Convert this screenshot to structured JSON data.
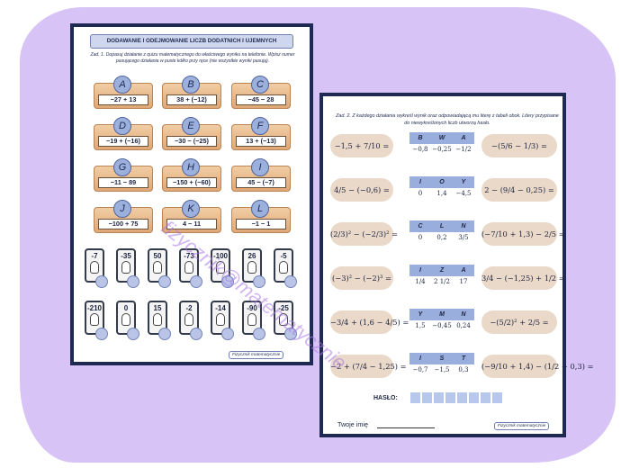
{
  "sheet1": {
    "title": "DODAWANIE I ODEJMOWANIE LICZB DODATNICH I UJEMNYCH",
    "intro": "Zad. 1. Dopasuj działanie z quizu matematycznego do właściwego wyniku na telefonie. Wpisz numer pasującego działania w puste kółko przy ręce (nie wszystkie wyniki pasują).",
    "cards": [
      {
        "letter": "A",
        "expr": "−27 + 13"
      },
      {
        "letter": "B",
        "expr": "38 + (−12)"
      },
      {
        "letter": "C",
        "expr": "−45 − 28"
      },
      {
        "letter": "D",
        "expr": "−19 + (−16)"
      },
      {
        "letter": "E",
        "expr": "−30 − (−25)"
      },
      {
        "letter": "F",
        "expr": "13 + (−13)"
      },
      {
        "letter": "G",
        "expr": "−11 − 89"
      },
      {
        "letter": "H",
        "expr": "−150 + (−60)"
      },
      {
        "letter": "I",
        "expr": "45 − (−7)"
      },
      {
        "letter": "J",
        "expr": "−100 + 75"
      },
      {
        "letter": "K",
        "expr": "4 − 11"
      },
      {
        "letter": "L",
        "expr": "−1 − 1"
      }
    ],
    "phones_row1": [
      "-7",
      "-35",
      "50",
      "-73",
      "-100",
      "26",
      "-5"
    ],
    "phones_row2": [
      "-210",
      "0",
      "15",
      "-2",
      "-14",
      "-90",
      "-25"
    ],
    "footer": "Fizycznik matematycznie"
  },
  "sheet2": {
    "intro": "Zad. 2. Z każdego działania wykreśl wynik oraz odpowiadającą mu literę z tabeli obok. Litery przypisane do niewykreślonych liczb utworzą hasło.",
    "rows": [
      {
        "left": "−1,5 + 7/10 =",
        "letters": [
          "B",
          "W",
          "A"
        ],
        "values": [
          "−0,8",
          "−0,25",
          "−1/2"
        ],
        "right": "−(5/6 − 1/3) ="
      },
      {
        "left": "4/5 − (−0,6) =",
        "letters": [
          "I",
          "O",
          "Y"
        ],
        "values": [
          "0",
          "1,4",
          "−4,5"
        ],
        "right": "2 − (9/4 − 0,25) ="
      },
      {
        "left": "(2/3)² − (−2/3)² =",
        "letters": [
          "C",
          "L",
          "N"
        ],
        "values": [
          "0",
          "0,2",
          "3/5"
        ],
        "right": "(−7/10 + 1,3) − 2/5 ="
      },
      {
        "left": "(−3)² − (−2)³ =",
        "letters": [
          "I",
          "Z",
          "A"
        ],
        "values": [
          "1/4",
          "2 1/2",
          "17"
        ],
        "right": "3/4 − (−1,25) + 1/2 ="
      },
      {
        "left": "−3/4 + (1,6 − 4/5) =",
        "letters": [
          "Y",
          "M",
          "N"
        ],
        "values": [
          "1,5",
          "−0,45",
          "0,24"
        ],
        "right": "−(5/2)² + 2/5 ="
      },
      {
        "left": "−2 + (7/4 − 1,25) =",
        "letters": [
          "I",
          "S",
          "T"
        ],
        "values": [
          "−0,7",
          "−1,5",
          "0,3"
        ],
        "right": "(−9/10 + 1,4) − (1/2 − 0,3) ="
      }
    ],
    "password_label": "HASŁO:",
    "name_label": "Twoje imię",
    "footer": "Fizycznik matematycznie"
  },
  "watermark": "fizycznik@matematycznie"
}
